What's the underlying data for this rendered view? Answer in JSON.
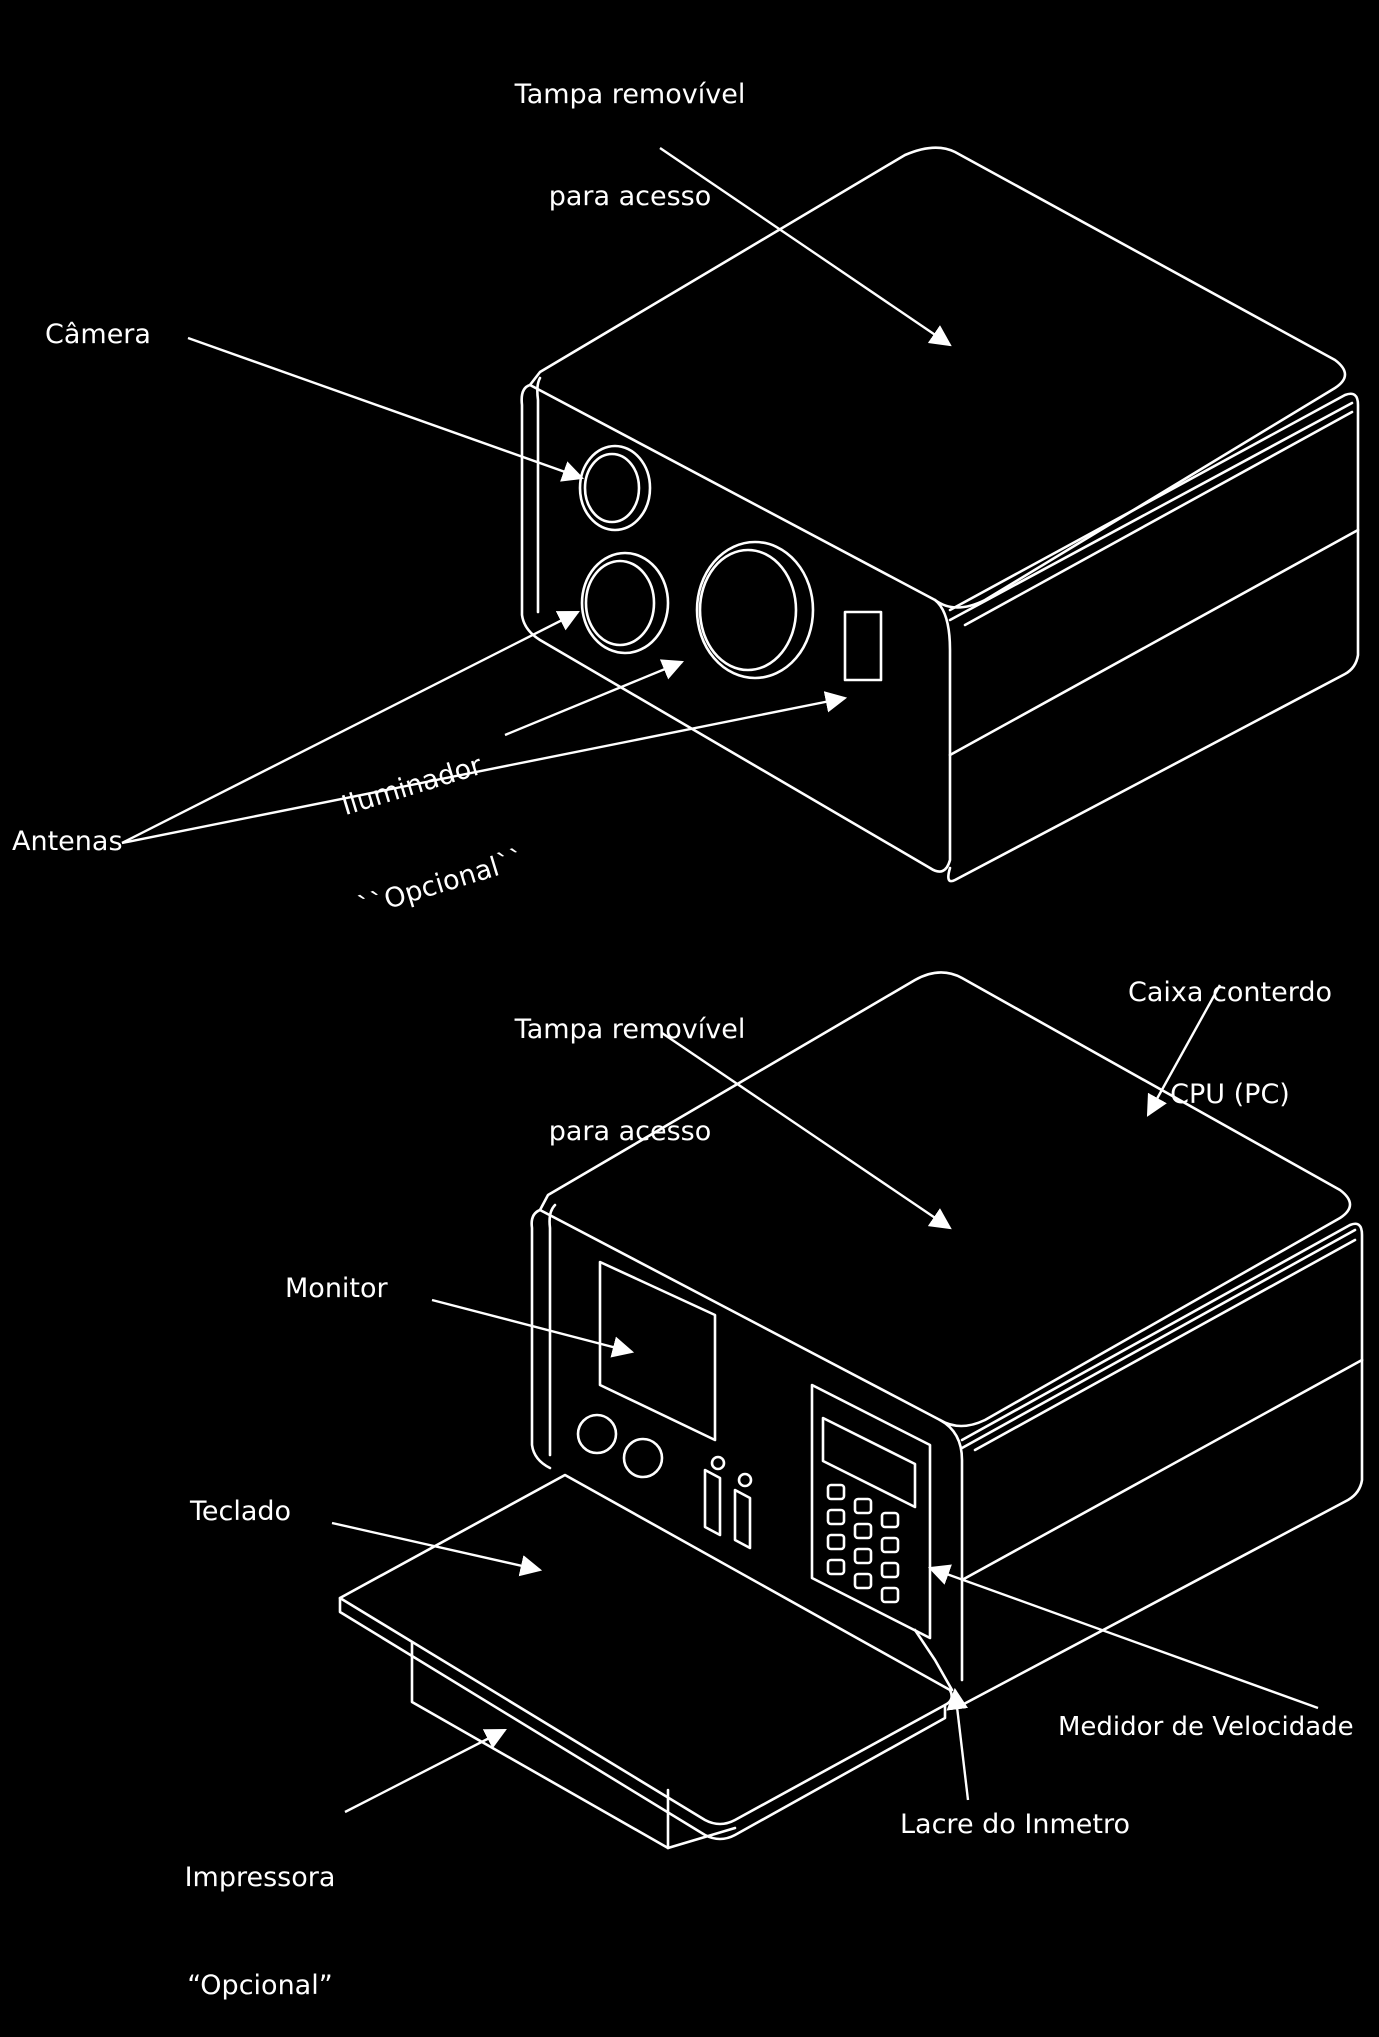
{
  "labels": {
    "top_tampa_1": "Tampa removível",
    "top_tampa_2": "para acesso",
    "camera": "Câmera",
    "iluminador_1": "Iluminador",
    "iluminador_2": "``Opcional``",
    "antenas": "Antenas",
    "caixa_1": "Caixa conterdo",
    "caixa_2": "CPU (PC)",
    "bot_tampa_1": "Tampa removível",
    "bot_tampa_2": "para acesso",
    "monitor": "Monitor",
    "teclado": "Teclado",
    "medidor": "Medidor de Velocidade",
    "impressora_1": "Impressora",
    "impressora_2": "“Opcional”",
    "lacre": "Lacre do Inmetro"
  },
  "colors": {
    "background": "#000000",
    "line": "#ffffff"
  }
}
